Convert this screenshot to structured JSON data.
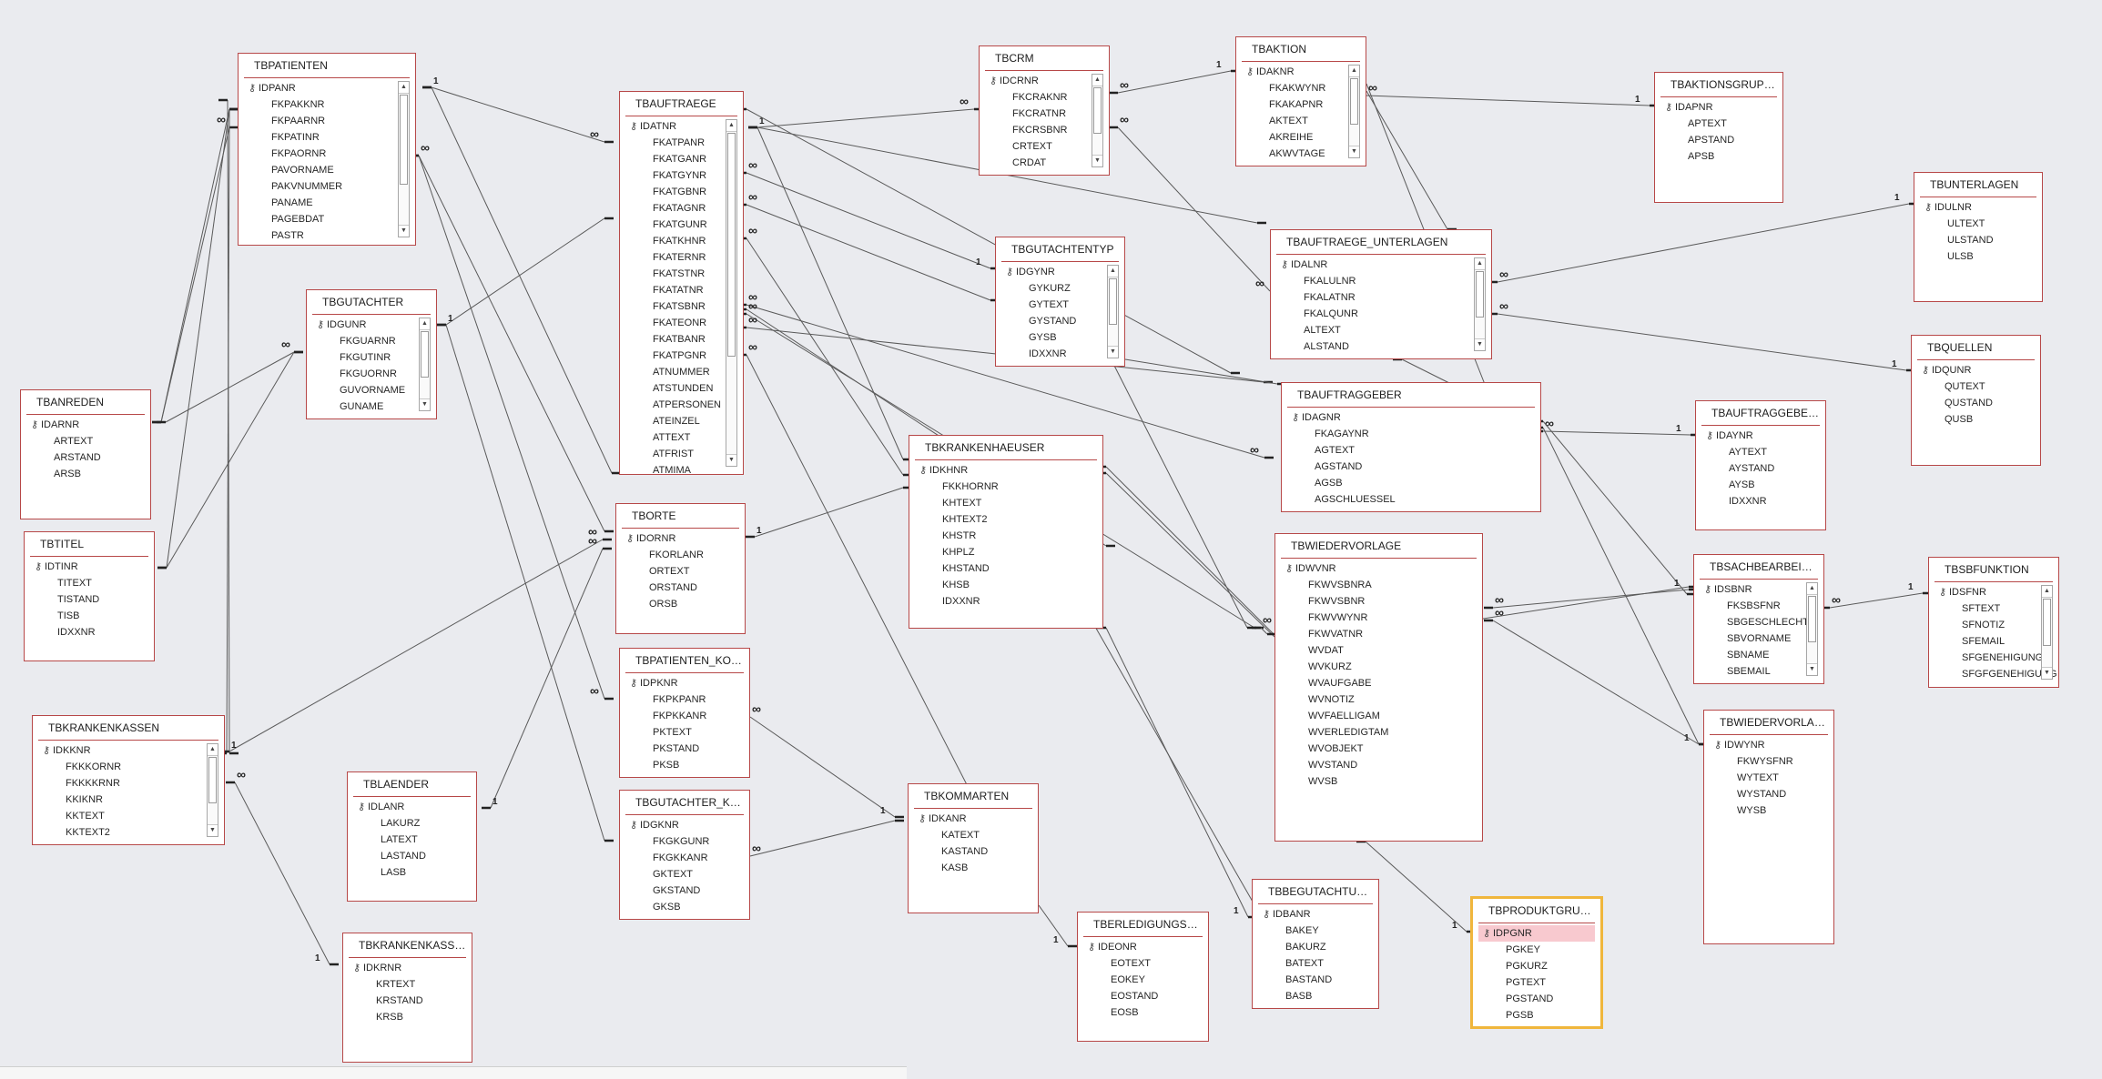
{
  "diagram": {
    "tables": [
      {
        "id": "TBPATIENTEN",
        "fields": [
          "IDPANR",
          "FKPAKKNR",
          "FKPAARNR",
          "FKPATINR",
          "FKPAORNR",
          "PAVORNAME",
          "PAKVNUMMER",
          "PANAME",
          "PAGEBDAT",
          "PASTR"
        ]
      },
      {
        "id": "TBAUFTRAEGE",
        "fields": [
          "IDATNR",
          "FKATPANR",
          "FKATGANR",
          "FKATGYNR",
          "FKATGBNR",
          "FKATAGNR",
          "FKATGUNR",
          "FKATKHNR",
          "FKATERNR",
          "FKATSTNR",
          "FKATATNR",
          "FKATSBNR",
          "FKATEONR",
          "FKATBANR",
          "FKATPGNR",
          "ATNUMMER",
          "ATSTUNDEN",
          "ATPERSONEN",
          "ATEINZEL",
          "ATTEXT",
          "ATFRIST",
          "ATMIMA"
        ]
      },
      {
        "id": "TBCRM",
        "fields": [
          "IDCRNR",
          "FKCRAKNR",
          "FKCRATNR",
          "FKCRSBNR",
          "CRTEXT",
          "CRDAT"
        ]
      },
      {
        "id": "TBAKTION",
        "fields": [
          "IDAKNR",
          "FKAKWYNR",
          "FKAKAPNR",
          "AKTEXT",
          "AKREIHE",
          "AKWVTAGE"
        ]
      },
      {
        "id": "TBAKTIONSGRUPPE",
        "fields": [
          "IDAPNR",
          "APTEXT",
          "APSTAND",
          "APSB"
        ]
      },
      {
        "id": "TBUNTERLAGEN",
        "fields": [
          "IDULNR",
          "ULTEXT",
          "ULSTAND",
          "ULSB"
        ]
      },
      {
        "id": "TBGUTACHTER",
        "fields": [
          "IDGUNR",
          "FKGUARNR",
          "FKGUTINR",
          "FKGUORNR",
          "GUVORNAME",
          "GUNAME"
        ]
      },
      {
        "id": "TBGUTACHTENTYP",
        "fields": [
          "IDGYNR",
          "GYKURZ",
          "GYTEXT",
          "GYSTAND",
          "GYSB",
          "IDXXNR"
        ]
      },
      {
        "id": "TBAUFTRAEGE_UNTERLAGEN",
        "fields": [
          "IDALNR",
          "FKALULNR",
          "FKALATNR",
          "FKALQUNR",
          "ALTEXT",
          "ALSTAND"
        ]
      },
      {
        "id": "TBQUELLEN",
        "fields": [
          "IDQUNR",
          "QUTEXT",
          "QUSTAND",
          "QUSB"
        ]
      },
      {
        "id": "TBANREDEN",
        "fields": [
          "IDARNR",
          "ARTEXT",
          "ARSTAND",
          "ARSB"
        ]
      },
      {
        "id": "TBAUFTRAGGEBER",
        "fields": [
          "IDAGNR",
          "FKAGAYNR",
          "AGTEXT",
          "AGSTAND",
          "AGSB",
          "AGSCHLUESSEL"
        ]
      },
      {
        "id": "TBAUFTRAGGEBERTYP",
        "fields": [
          "IDAYNR",
          "AYTEXT",
          "AYSTAND",
          "AYSB",
          "IDXXNR"
        ]
      },
      {
        "id": "TBKRANKENHAEUSER",
        "fields": [
          "IDKHNR",
          "FKKHORNR",
          "KHTEXT",
          "KHTEXT2",
          "KHSTR",
          "KHPLZ",
          "KHSTAND",
          "KHSB",
          "IDXXNR"
        ]
      },
      {
        "id": "TBORTE",
        "fields": [
          "IDORNR",
          "FKORLANR",
          "ORTEXT",
          "ORSTAND",
          "ORSB"
        ]
      },
      {
        "id": "TBTITEL",
        "fields": [
          "IDTINR",
          "TITEXT",
          "TISTAND",
          "TISB",
          "IDXXNR"
        ]
      },
      {
        "id": "TBWIEDERVORLAGE",
        "fields": [
          "IDWVNR",
          "FKWVSBNRA",
          "FKWVSBNR",
          "FKWVWYNR",
          "FKWVATNR",
          "WVDAT",
          "WVKURZ",
          "WVAUFGABE",
          "WVNOTIZ",
          "WVFAELLIGAM",
          "WVERLEDIGTAM",
          "WVOBJEKT",
          "WVSTAND",
          "WVSB"
        ]
      },
      {
        "id": "TBSACHBEARBEITER",
        "fields": [
          "IDSBNR",
          "FKSBSFNR",
          "SBGESCHLECHT",
          "SBVORNAME",
          "SBNAME",
          "SBEMAIL"
        ]
      },
      {
        "id": "TBSBFUNKTION",
        "fields": [
          "IDSFNR",
          "SFTEXT",
          "SFNOTIZ",
          "SFEMAIL",
          "SFGENEHIGUNG",
          "SFGFGENEHIGUNG"
        ]
      },
      {
        "id": "TBPATIENTEN_KOMM",
        "fields": [
          "IDPKNR",
          "FKPKPANR",
          "FKPKKANR",
          "PKTEXT",
          "PKSTAND",
          "PKSB"
        ]
      },
      {
        "id": "TBKRANKENKASSEN",
        "fields": [
          "IDKKNR",
          "FKKKORNR",
          "FKKKKRNR",
          "KKIKNR",
          "KKTEXT",
          "KKTEXT2"
        ]
      },
      {
        "id": "TBWIEDERVORLAGETYP",
        "fields": [
          "IDWYNR",
          "FKWYSFNR",
          "WYTEXT",
          "WYSTAND",
          "WYSB"
        ]
      },
      {
        "id": "TBLAENDER",
        "fields": [
          "IDLANR",
          "LAKURZ",
          "LATEXT",
          "LASTAND",
          "LASB"
        ]
      },
      {
        "id": "TBGUTACHTER_KOMM",
        "fields": [
          "IDGKNR",
          "FKGKGUNR",
          "FKGKKANR",
          "GKTEXT",
          "GKSTAND",
          "GKSB"
        ]
      },
      {
        "id": "TBKOMMARTEN",
        "fields": [
          "IDKANR",
          "KATEXT",
          "KASTAND",
          "KASB"
        ]
      },
      {
        "id": "TBBEGUTACHTUNGS...",
        "fields": [
          "IDBANR",
          "BAKEY",
          "BAKURZ",
          "BATEXT",
          "BASTAND",
          "BASB"
        ]
      },
      {
        "id": "TBPRODUKTGRUPPEN",
        "fields": [
          "IDPGNR",
          "PGKEY",
          "PGKURZ",
          "PGTEXT",
          "PGSTAND",
          "PGSB"
        ]
      },
      {
        "id": "TBERLEDIGUNGSORT",
        "fields": [
          "IDEONR",
          "EOTEXT",
          "EOKEY",
          "EOSTAND",
          "EOSB"
        ]
      },
      {
        "id": "TBKRANKENKASSENA...",
        "fields": [
          "IDKRNR",
          "KRTEXT",
          "KRSTAND",
          "KRSB"
        ]
      }
    ],
    "cardinality_one": "1",
    "cardinality_many": "∞",
    "colors": {
      "border": "#b74848",
      "line": "#5a5a5a",
      "selected": "#f0b63c",
      "highlight": "#f8c9cf",
      "background": "#eaebef"
    }
  }
}
